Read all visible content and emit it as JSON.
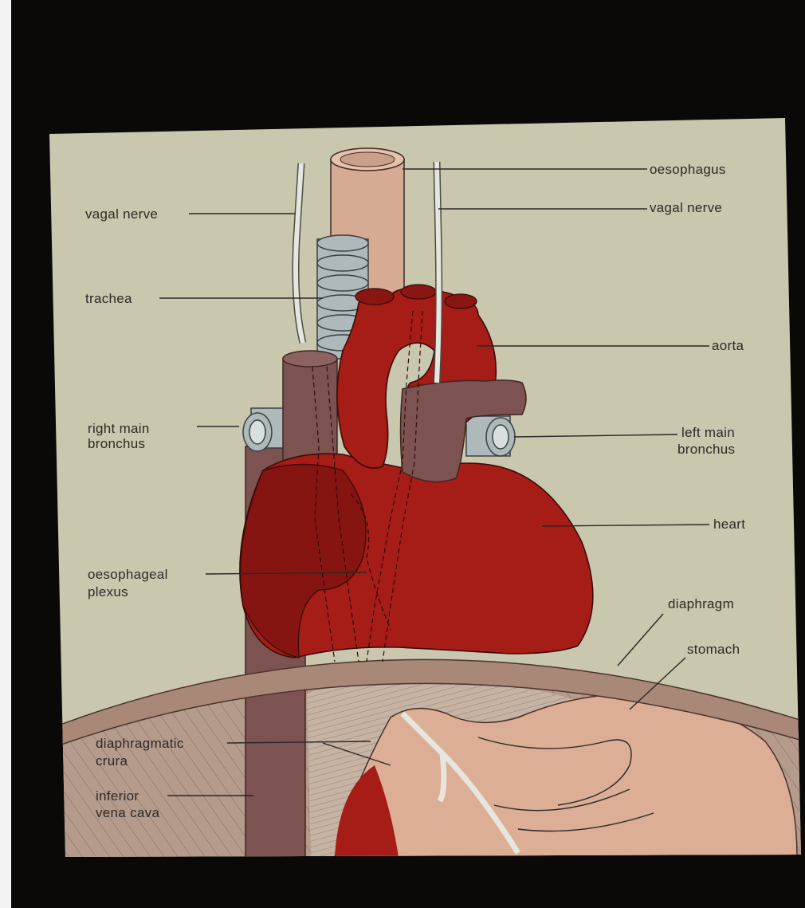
{
  "labels": {
    "oesophagus": "oesophagus",
    "vagal_nerve_left": "vagal nerve",
    "vagal_nerve_right": "vagal nerve",
    "trachea": "trachea",
    "aorta": "aorta",
    "right_main_bronchus_1": "right main",
    "right_main_bronchus_2": "bronchus",
    "left_main_bronchus_1": "left main",
    "left_main_bronchus_2": "bronchus",
    "heart": "heart",
    "oesophageal_plexus_1": "oesophageal",
    "oesophageal_plexus_2": "plexus",
    "diaphragm": "diaphragm",
    "stomach": "stomach",
    "diaphragmatic_crura_1": "diaphragmatic",
    "diaphragmatic_crura_2": "crura",
    "inferior_vena_cava_1": "inferior",
    "inferior_vena_cava_2": "vena cava"
  },
  "colors": {
    "background": "#c9c7ad",
    "heart": "#a61c17",
    "heart_dark": "#861511",
    "oesophagus": "#d7ab93",
    "vena_cava": "#7c5350",
    "trachea": "#aeb9bb",
    "stomach": "#dbae95",
    "diaphragm": "#a98877",
    "nerve": "#e7e6de"
  }
}
